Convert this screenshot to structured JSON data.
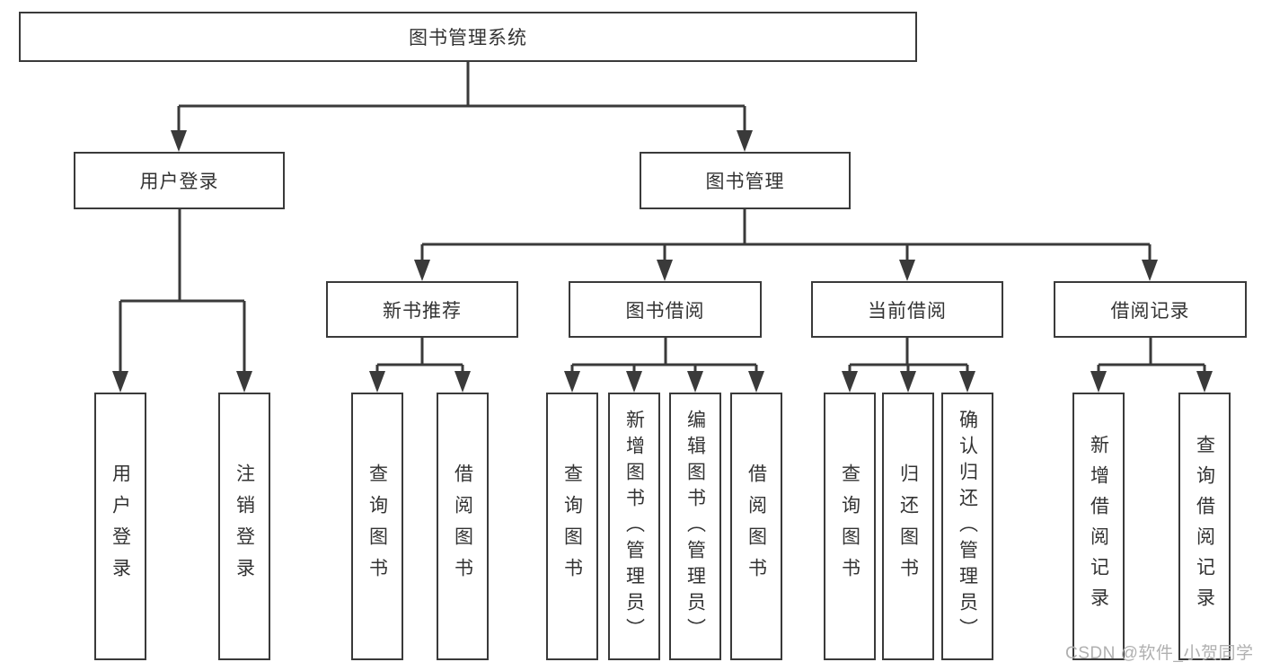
{
  "diagram_type": "hierarchy-tree",
  "nodes": {
    "root": "图书管理系统",
    "user_login": "用户登录",
    "book_management": "图书管理",
    "new_book_recommendation": "新书推荐",
    "book_borrowing": "图书借阅",
    "current_borrowing": "当前借阅",
    "borrowing_records": "借阅记录",
    "leaf_user_login": "用户登录",
    "leaf_logout": "注销登录",
    "leaf_nb_query_books": "查询图书",
    "leaf_nb_borrow_books": "借阅图书",
    "leaf_bb_query_books": "查询图书",
    "leaf_bb_add_books_admin": "新增图书（管理员）",
    "leaf_bb_edit_books_admin": "编辑图书（管理员）",
    "leaf_bb_borrow_books": "借阅图书",
    "leaf_cb_query_books": "查询图书",
    "leaf_cb_return_books": "归还图书",
    "leaf_cb_confirm_return_admin": "确认归还（管理员）",
    "leaf_br_add_record": "新增借阅记录",
    "leaf_br_query_record": "查询借阅记录"
  },
  "watermark": {
    "text": "CSDN @软件_小贺同学"
  },
  "colors": {
    "line": "#3a3a3a",
    "text": "#333333",
    "watermark": "#b0b0b0",
    "background": "#ffffff"
  }
}
